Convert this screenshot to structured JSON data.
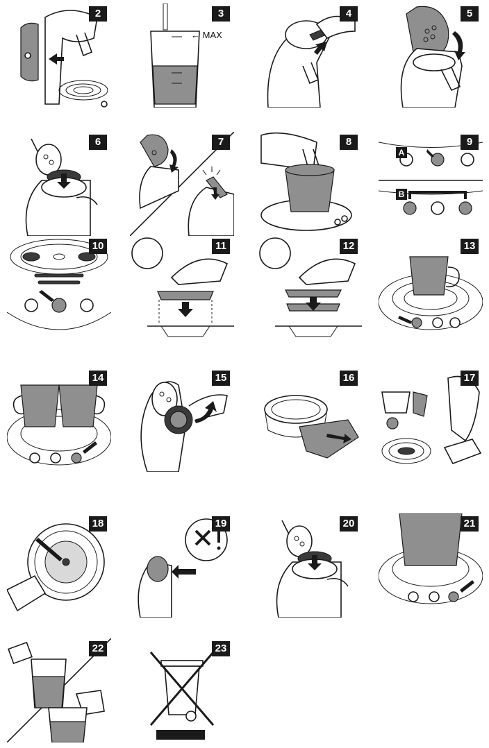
{
  "steps": [
    "2",
    "3",
    "4",
    "5",
    "6",
    "7",
    "8",
    "9",
    "10",
    "11",
    "12",
    "13",
    "14",
    "15",
    "16",
    "17",
    "18",
    "19",
    "20",
    "21",
    "22",
    "23"
  ],
  "labels": {
    "max": "← MAX",
    "a": "A",
    "b": "B"
  }
}
